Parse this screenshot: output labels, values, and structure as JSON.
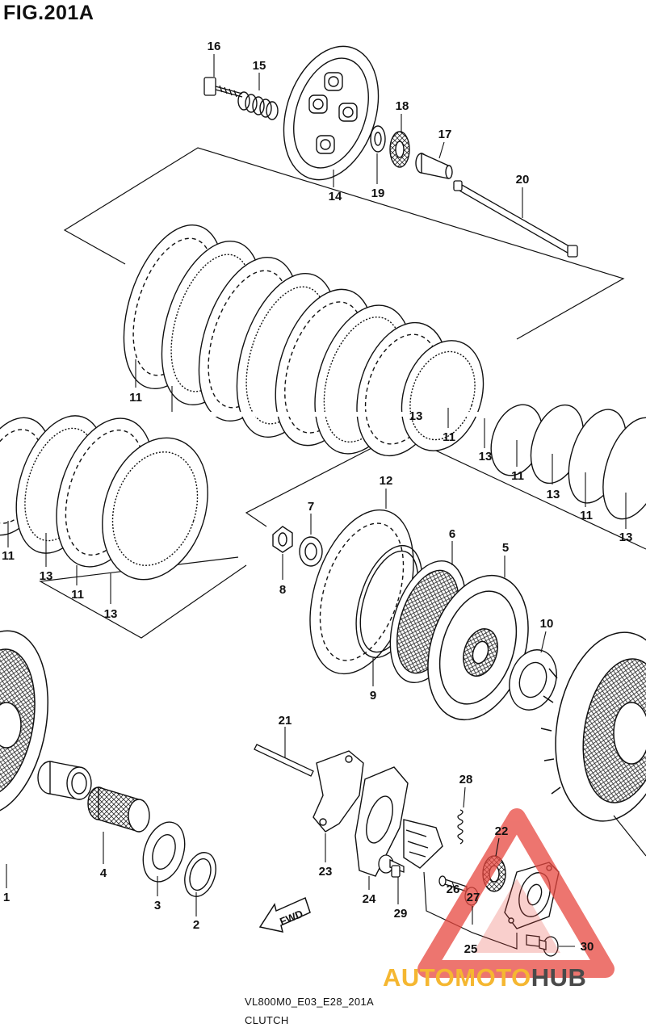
{
  "figure": {
    "title": "FIG.201A",
    "model_code": "VL800M0_E03_E28_201A",
    "section": "CLUTCH"
  },
  "direction_arrow": {
    "label": "FWD"
  },
  "watermark": {
    "part1": "AUTOMOTO",
    "part2": "HUB",
    "color_main": "#e8473f",
    "color_text1": "#f5b731",
    "color_text2": "#4a4a4a"
  },
  "callouts": [
    {
      "id": "c16",
      "label": "16"
    },
    {
      "id": "c15",
      "label": "15"
    },
    {
      "id": "c14",
      "label": "14"
    },
    {
      "id": "c18",
      "label": "18"
    },
    {
      "id": "c19",
      "label": "19"
    },
    {
      "id": "c17",
      "label": "17"
    },
    {
      "id": "c20",
      "label": "20"
    },
    {
      "id": "c11a",
      "label": "11"
    },
    {
      "id": "c13a",
      "label": "13"
    },
    {
      "id": "c11b",
      "label": "11"
    },
    {
      "id": "c13b",
      "label": "13"
    },
    {
      "id": "c11c",
      "label": "11"
    },
    {
      "id": "c13c",
      "label": "13"
    },
    {
      "id": "c11d",
      "label": "11"
    },
    {
      "id": "c13d",
      "label": "13"
    },
    {
      "id": "c11e",
      "label": "11"
    },
    {
      "id": "c13e",
      "label": "13"
    },
    {
      "id": "c11f",
      "label": "11"
    },
    {
      "id": "c13f",
      "label": "13"
    },
    {
      "id": "c12",
      "label": "12"
    },
    {
      "id": "c7",
      "label": "7"
    },
    {
      "id": "c6",
      "label": "6"
    },
    {
      "id": "c5",
      "label": "5"
    },
    {
      "id": "c8",
      "label": "8"
    },
    {
      "id": "c10",
      "label": "10"
    },
    {
      "id": "c9",
      "label": "9"
    },
    {
      "id": "c21",
      "label": "21"
    },
    {
      "id": "c28",
      "label": "28"
    },
    {
      "id": "c22",
      "label": "22"
    },
    {
      "id": "c4",
      "label": "4"
    },
    {
      "id": "c1",
      "label": "1"
    },
    {
      "id": "c3",
      "label": "3"
    },
    {
      "id": "c2",
      "label": "2"
    },
    {
      "id": "c23",
      "label": "23"
    },
    {
      "id": "c24",
      "label": "24"
    },
    {
      "id": "c29",
      "label": "29"
    },
    {
      "id": "c26",
      "label": "26"
    },
    {
      "id": "c27",
      "label": "27"
    },
    {
      "id": "c25",
      "label": "25"
    },
    {
      "id": "c30",
      "label": "30"
    }
  ]
}
